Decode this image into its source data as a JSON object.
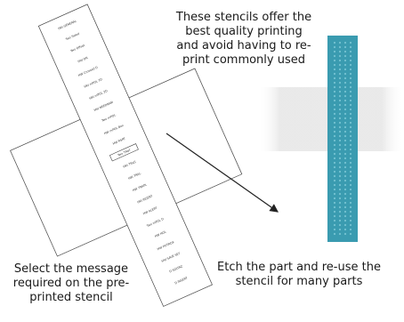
{
  "captions": {
    "top": "These stencils offer the best quality printing and avoid having to re-print commonly used",
    "left": "Select the message required on the pre-printed stencil",
    "right": "Etch the part and re-use the stencil for many parts"
  },
  "stencil_sheet": {
    "messages": [
      "HW GENERAL",
      "Two Sided",
      "Two Offset",
      "HW ON",
      "HW Crossed D",
      "HW mPOL 1D",
      "HW mPOL 2D",
      "HW NEEDRAM",
      "Two mPOL",
      "HW mPOL Box",
      "HW RSRT",
      "Two TRaT",
      "HW TRaS",
      "HW TRAL",
      "HW TRAPL",
      "HW INSERT",
      "HW ALERT",
      "Two mPOL D",
      "HW HOL",
      "HW HVTROX",
      "HW SAVE SET",
      "D SOLTAZ",
      "D INSERT"
    ],
    "selected_index": 11
  },
  "colors": {
    "stencil_teal": "#3a9bb0",
    "line": "#333333"
  },
  "icons": {
    "arrow": "arrow-icon",
    "photo": "stencil-photo"
  }
}
